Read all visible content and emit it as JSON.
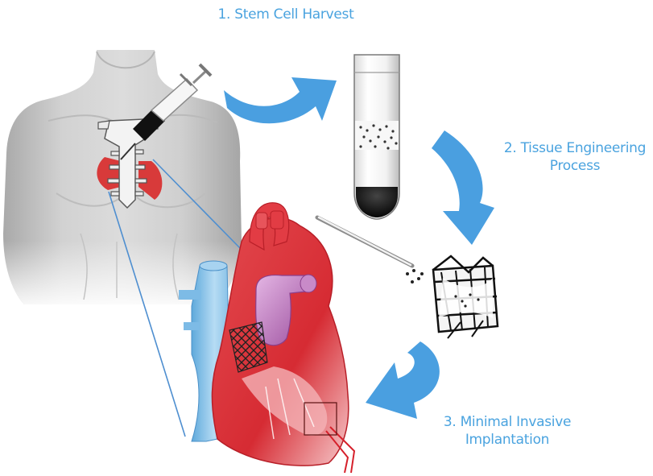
{
  "steps": [
    {
      "label_line1": "1. Stem Cell Harvest",
      "label_line2": ""
    },
    {
      "label_line1": "2. Tissue Engineering",
      "label_line2": "Process"
    },
    {
      "label_line1": "3. Minimal Invasive",
      "label_line2": "Implantation"
    }
  ],
  "colors": {
    "accent_blue": "#4aa3df",
    "arrow_blue": "#4a9fe0",
    "heart_red": "#d8323a",
    "vein_blue": "#8ec6ea",
    "valve_purple": "#b86bb8",
    "torso_gray": "#c9c9c9",
    "sternum_red": "#d83a3a"
  }
}
